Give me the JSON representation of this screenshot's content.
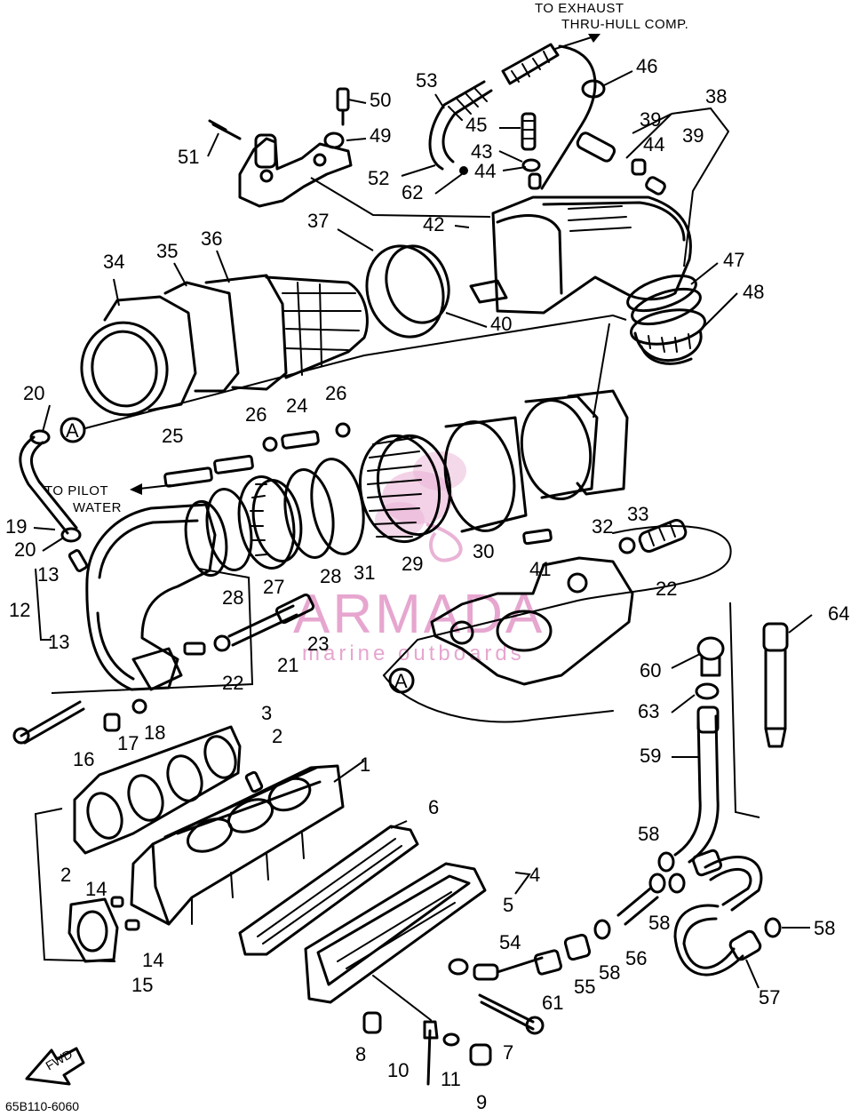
{
  "notes": {
    "exhaust_line1": "TO EXHAUST",
    "exhaust_line2": "THRU-HULL COMP.",
    "pilot_line1": "TO PILOT",
    "pilot_line2": "WATER",
    "fwd": "FWD",
    "drawing_number": "65B110-6060",
    "marker_a": "A"
  },
  "watermark": {
    "brand": "ARMADA",
    "tagline": "marine outboards",
    "color": "#e6a6cf"
  },
  "part_numbers": {
    "p1": "1",
    "p2": "2",
    "p3": "3",
    "p4": "4",
    "p5": "5",
    "p6": "6",
    "p7": "7",
    "p8": "8",
    "p9": "9",
    "p10": "10",
    "p11": "11",
    "p12": "12",
    "p13": "13",
    "p14": "14",
    "p15": "15",
    "p16": "16",
    "p17": "17",
    "p18": "18",
    "p19": "19",
    "p20": "20",
    "p21": "21",
    "p22": "22",
    "p23": "23",
    "p24": "24",
    "p25": "25",
    "p26": "26",
    "p27": "27",
    "p28": "28",
    "p29": "29",
    "p30": "30",
    "p31": "31",
    "p32": "32",
    "p33": "33",
    "p34": "34",
    "p35": "35",
    "p36": "36",
    "p37": "37",
    "p38": "38",
    "p39": "39",
    "p40": "40",
    "p41": "41",
    "p42": "42",
    "p43": "43",
    "p44": "44",
    "p45": "45",
    "p46": "46",
    "p47": "47",
    "p48": "48",
    "p49": "49",
    "p50": "50",
    "p51": "51",
    "p52": "52",
    "p53": "53",
    "p54": "54",
    "p55": "55",
    "p56": "56",
    "p57": "57",
    "p58": "58",
    "p59": "59",
    "p60": "60",
    "p61": "61",
    "p62": "62",
    "p63": "63",
    "p64": "64"
  }
}
